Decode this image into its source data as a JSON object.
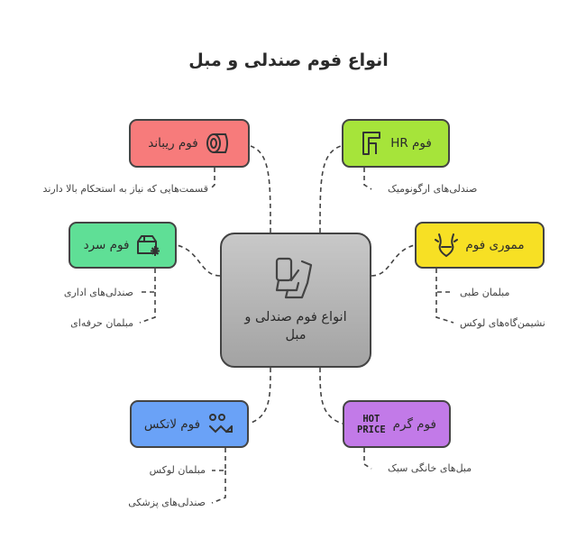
{
  "title": "انواع فوم صندلی و مبل",
  "center": {
    "label": "انواع فوم صندلی و مبل",
    "icon": "seat-icon"
  },
  "branches": {
    "rebond": {
      "label": "فوم ریباند",
      "color": "#f77b7b",
      "icon": "foam-roll-icon",
      "items": [
        "قسمت‌هایی که نیاز به استحکام بالا دارند"
      ]
    },
    "hr": {
      "label": "فوم HR",
      "color": "#a6e43a",
      "icon": "ergonomic-chair-icon",
      "items": [
        "صندلی‌های ارگونومیک"
      ]
    },
    "cold": {
      "label": "فوم سرد",
      "color": "#5fdf96",
      "icon": "cold-box-icon",
      "items": [
        "صندلی‌های اداری",
        "مبلمان حرفه‌ای"
      ]
    },
    "memory": {
      "label": "مموری فوم",
      "color": "#f7e024",
      "icon": "body-shape-icon",
      "items": [
        "مبلمان طبی",
        "نشیمن‌گاه‌های لوکس"
      ]
    },
    "latex": {
      "label": "فوم لاتکس",
      "color": "#6aa2f7",
      "icon": "percent-down-icon",
      "items": [
        "مبلمان لوکس",
        "صندلی‌های پزشکی"
      ]
    },
    "warm": {
      "label": "فوم گرم",
      "color": "#c27ae8",
      "icon": "hot-price-icon",
      "icon_text": [
        "HOT",
        "PRICE"
      ],
      "items": [
        "مبل‌های خانگی سبک"
      ]
    }
  }
}
